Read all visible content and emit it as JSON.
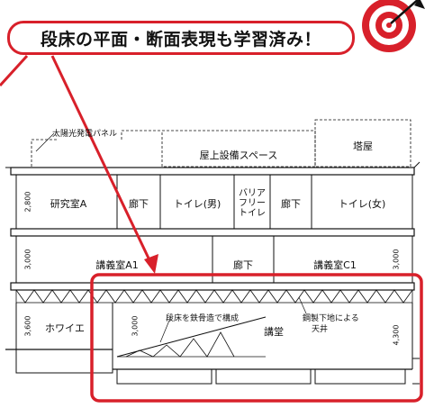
{
  "banner": {
    "title": "段床の平面・断面表現も学習済み！"
  },
  "colors": {
    "accent": "#d8202a",
    "line": "#111111"
  },
  "icons": {
    "target": "target-icon",
    "arrow": "arrow-icon"
  },
  "section": {
    "top_notes": {
      "solar": "太陽光発電パネル",
      "rooftop": "屋上設備スペース",
      "penthouse": "塔屋"
    },
    "rooms_row1": [
      "研究室A",
      "廊下",
      "トイレ(男)",
      "バリア",
      "フリー",
      "トイレ",
      "廊下",
      "トイレ(女)"
    ],
    "rooms_row2": [
      "講義室A1",
      "廊下",
      "講義室C1"
    ],
    "rooms_row3": [
      "ホワイエ",
      "講堂"
    ],
    "notes": {
      "steps": "段床を鉄骨造で構成",
      "ceiling1": "鋼製下地による",
      "ceiling2": "天井"
    },
    "dims": [
      "2,800",
      "3,000",
      "3,000",
      "3,600",
      "3,000",
      "4,300"
    ]
  }
}
